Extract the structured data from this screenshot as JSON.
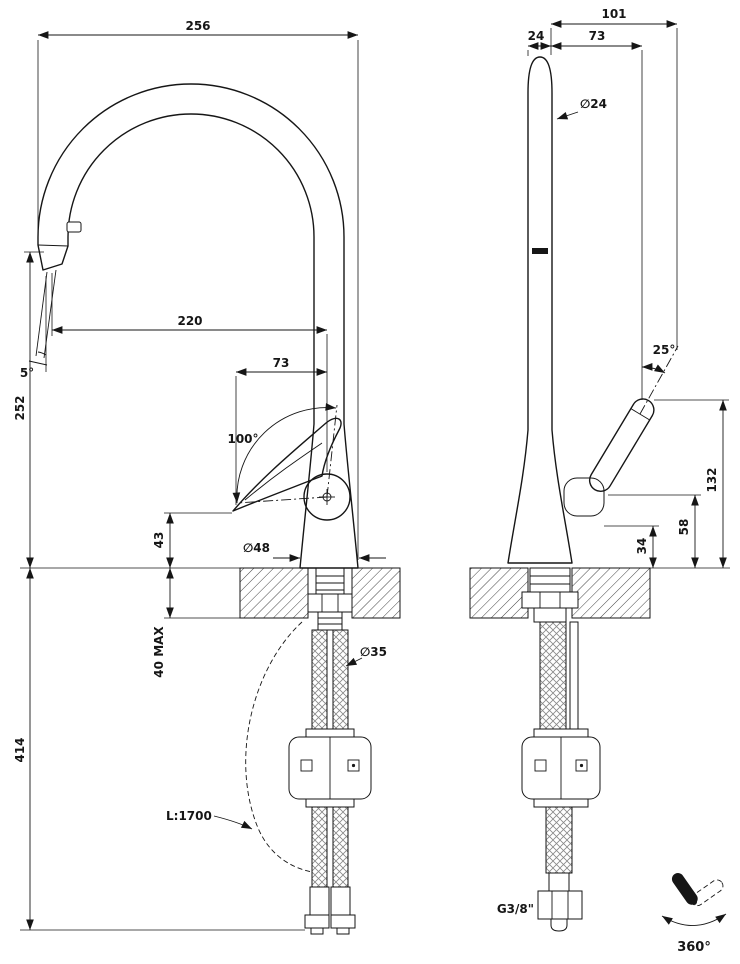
{
  "front_view": {
    "overall_width": "256",
    "spout_reach": "220",
    "handle_offset": "73",
    "handle_swing_angle": "100°",
    "spout_height": "252",
    "spray_angle": "5°",
    "handle_tip_height": "43",
    "base_diameter": "∅48",
    "max_deck_thickness": "40 MAX",
    "hole_diameter": "∅35",
    "under_counter_height": "414",
    "hose_length": "L:1700"
  },
  "side_view": {
    "overall_depth": "101",
    "spout_front_offset": "24",
    "handle_back_offset": "73",
    "spout_diameter": "∅24",
    "handle_tilt_angle": "25°",
    "handle_top_height": "132",
    "handle_pivot_height": "58",
    "joint_height": "34",
    "connection_thread": "G3/8\""
  },
  "swivel": {
    "label": "360°"
  }
}
